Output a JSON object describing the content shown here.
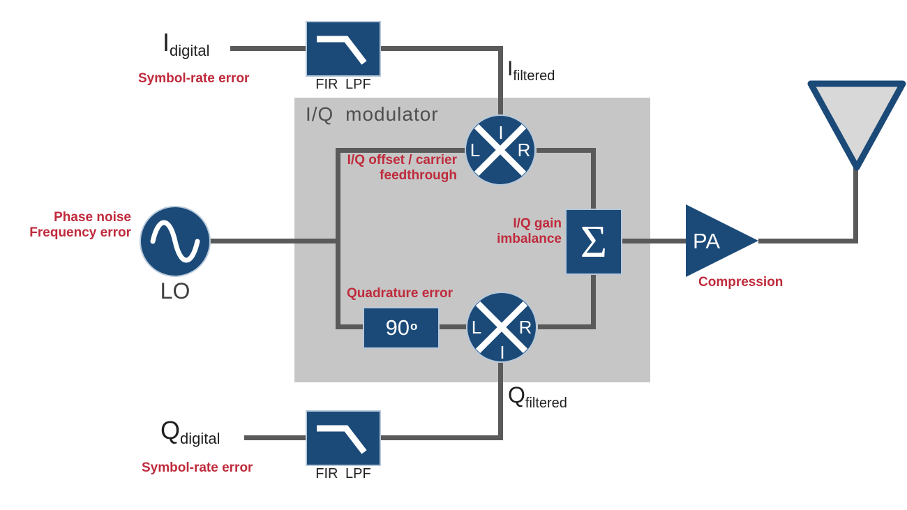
{
  "title": "I/Q modulator impairments block diagram",
  "colors": {
    "block_blue": "#1b4a78",
    "modulator_box_gray": "#c6c6c6",
    "wire_gray": "#5a5a5a",
    "impairment_red": "#bf2b3c",
    "title_gray": "#4f4f4f",
    "antenna_fill": "#d8d8d8",
    "background": "#ffffff"
  },
  "labels": {
    "modulator_title": "I/Q modulator",
    "lo": "LO",
    "pa": "PA",
    "fir_lpf": "FIR LPF",
    "ninety": "90",
    "ninety_sup": "o",
    "sigma": "Σ",
    "i_digital": {
      "main": "I",
      "sub": "digital"
    },
    "q_digital": {
      "main": "Q",
      "sub": "digital"
    },
    "i_filtered": {
      "main": "I",
      "sub": "filtered"
    },
    "q_filtered": {
      "main": "Q",
      "sub": "filtered"
    }
  },
  "impairments": {
    "symbol_rate": "Symbol-rate error",
    "phase_noise_line1": "Phase noise",
    "phase_noise_line2": "Frequency error",
    "offset_line1": "I/Q offset / carrier",
    "offset_line2": "feedthrough",
    "quadrature": "Quadrature error",
    "gain_line1": "I/Q gain",
    "gain_line2": "imbalance",
    "compression": "Compression"
  },
  "mixers": {
    "top": {
      "top": "I",
      "left": "L",
      "right": "R"
    },
    "bottom": {
      "left": "L",
      "right": "R",
      "bottom": "I"
    }
  }
}
